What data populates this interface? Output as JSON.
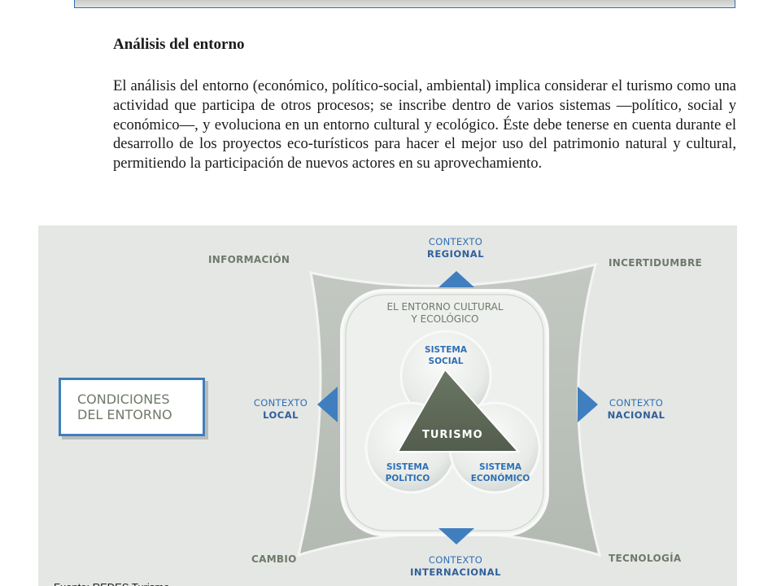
{
  "section": {
    "title": "Análisis del entorno",
    "paragraph": "El análisis del entorno (económico, político-social, ambiental) implica considerar el turismo como una actividad que participa de otros procesos; se inscribe dentro de varios sistemas —político, social y económico—, y evoluciona en un entorno cultural y ecológico. Éste debe tenerse en cuenta durante el desarrollo de los proyectos eco-turísticos para hacer el mejor uso del patrimonio natural y cultural, permitiendo la participación de nuevos actores en su aprovechamiento."
  },
  "diagram": {
    "corners": {
      "top_left": "INFORMACIÓN",
      "top_right": "INCERTIDUMBRE",
      "bottom_left": "CAMBIO",
      "bottom_right": "TECNOLOGÍA"
    },
    "contexts": {
      "top": {
        "line1": "CONTEXTO",
        "line2": "REGIONAL"
      },
      "left": {
        "line1": "CONTEXTO",
        "line2": "LOCAL"
      },
      "right": {
        "line1": "CONTEXTO",
        "line2": "NACIONAL"
      },
      "bottom": {
        "line1": "CONTEXTO",
        "line2": "INTERNACIONAL"
      }
    },
    "environment": {
      "line1": "EL ENTORNO CULTURAL",
      "line2": "Y ECOLÓGICO"
    },
    "systems": {
      "social": {
        "line1": "SISTEMA",
        "line2": "SOCIAL"
      },
      "political": {
        "line1": "SISTEMA",
        "line2": "POLíTICO"
      },
      "economic": {
        "line1": "SISTEMA",
        "line2": "ECONÓMICO"
      }
    },
    "center": "TURISMO",
    "conditions": {
      "line1": "CONDICIONES",
      "line2": "DEL ENTORNO"
    }
  },
  "source": "Fuente: REDES Turismo",
  "colors": {
    "accent_blue": "#2f6fb3",
    "label_gray": "#6e7a6a",
    "triangle": "#5f6b58"
  }
}
